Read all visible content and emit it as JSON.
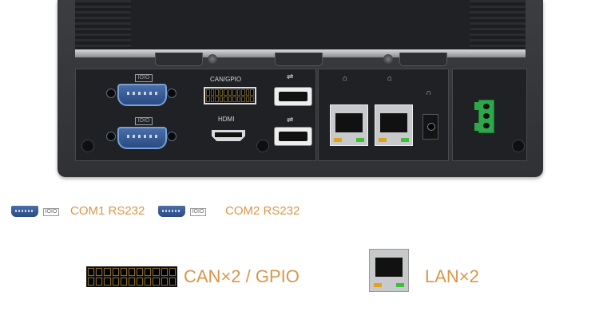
{
  "device": {
    "can_gpio_label": "CAN/GPIO",
    "hdmi_label": "HDMI",
    "com_symbol": "IOIO"
  },
  "legend": {
    "com1": "COM1 RS232",
    "com2": "COM2 RS232",
    "can_gpio": "CAN×2 / GPIO",
    "lan": "LAN×2"
  },
  "colors": {
    "legend_text": "#d99648",
    "db9_blue": "#2a4a82",
    "terminal_green": "#2fa64a"
  }
}
